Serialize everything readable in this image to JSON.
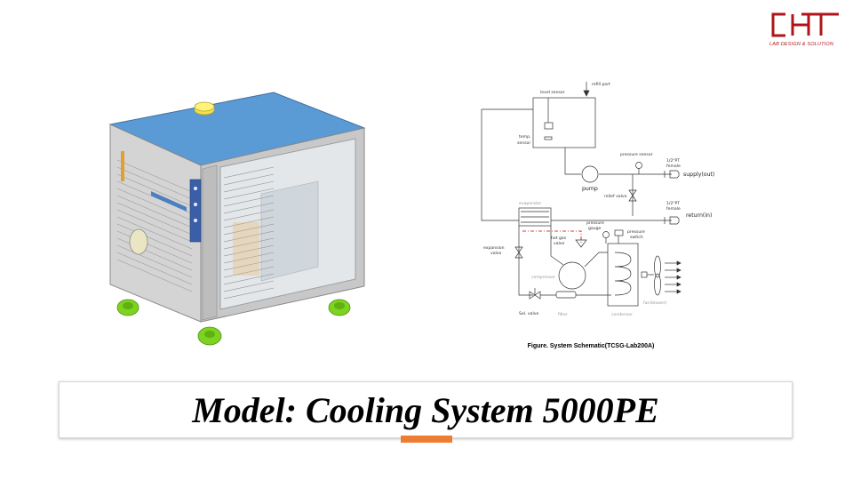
{
  "logo": {
    "mark": "CHT",
    "tagline": "LAB DESIGN & SOLUTION",
    "color": "#b0141a"
  },
  "schematic": {
    "labels": {
      "refill_port": "refill port",
      "level_sensor": "level sensor",
      "temp_sensor_1": "temp.",
      "temp_sensor_2": "sensor",
      "pressure_sensor": "pressure sensor",
      "fitting_supply_1": "1/2\"PT",
      "fitting_supply_2": "female",
      "supply": "supply(out)",
      "pump": "pump",
      "relief_valve": "relief valve",
      "fitting_return_1": "1/2\"PT",
      "fitting_return_2": "female",
      "return": "return(in)",
      "evaporator": "evaporator",
      "pressure_gauge_1": "pressure",
      "pressure_gauge_2": "gauge",
      "pressure_switch_1": "pressure",
      "pressure_switch_2": "switch",
      "hot_gas_valve_1": "hot gas",
      "hot_gas_valve_2": "valve",
      "expansion_valve_1": "expansion",
      "expansion_valve_2": "valve",
      "compressor": "compressor",
      "fan": "fan(blower)",
      "sol_valve": "Sol. valve",
      "filter": "filter",
      "condenser": "condenser"
    },
    "caption": "Figure. System Schematic(TCSG-Lab200A)"
  },
  "title": "Model: Cooling System 5000PE",
  "colors": {
    "accent": "#ed7d31",
    "machine_top": "#5b9bd5",
    "machine_body": "#d9d9d9",
    "casters": "#7ed321",
    "refill_cap": "#f5e04a",
    "hot_gas_line": "#c00000"
  }
}
